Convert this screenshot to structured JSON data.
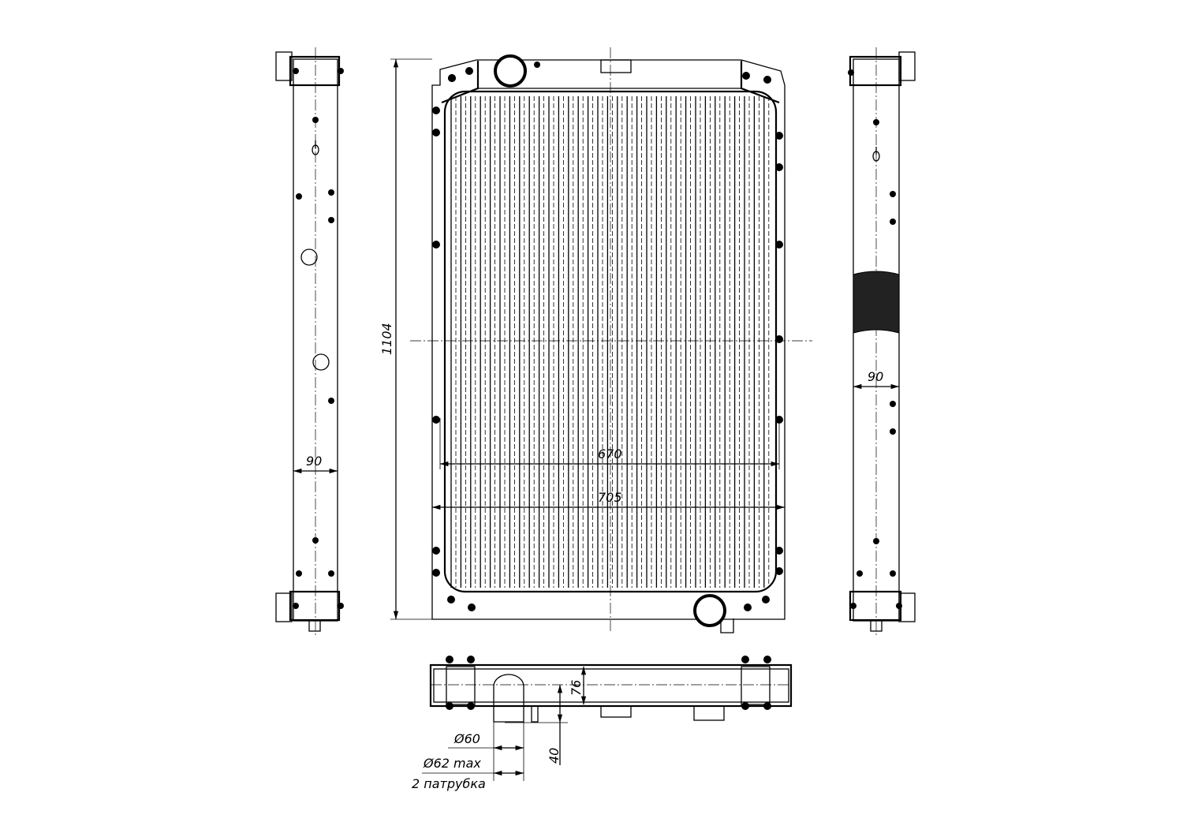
{
  "drawing": {
    "dimensions": {
      "height": "1104",
      "core_width": "670",
      "overall_width": "705",
      "left_depth": "90",
      "right_depth": "90",
      "tank_depth": "76",
      "pipe_length": "40",
      "pipe_diameter": "Ø60",
      "pipe_max_diameter": "Ø62 max",
      "pipe_count_note": "2 патрубка"
    }
  }
}
